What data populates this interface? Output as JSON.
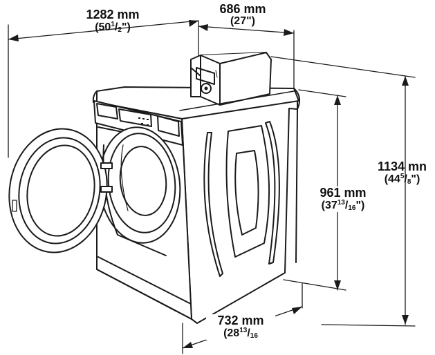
{
  "dimensions": {
    "depth_open": {
      "mm": "1282 mm",
      "whole": "(50",
      "num": "1",
      "den": "2",
      "close": "\")"
    },
    "width_top": {
      "mm": "686 mm",
      "inch": "(27\")"
    },
    "height_total": {
      "mm": "1134 mn",
      "whole": "(44",
      "num": "5",
      "den": "8",
      "close": "\")"
    },
    "height_body": {
      "mm": "961 mm",
      "whole": "(37",
      "num": "13",
      "den": "16",
      "close": "\")"
    },
    "depth_base": {
      "mm": "732 mm",
      "whole": "(28",
      "num": "13",
      "den": "16",
      "close": ""
    }
  },
  "colors": {
    "line": "#1a1a1a",
    "fill": "#ffffff"
  }
}
